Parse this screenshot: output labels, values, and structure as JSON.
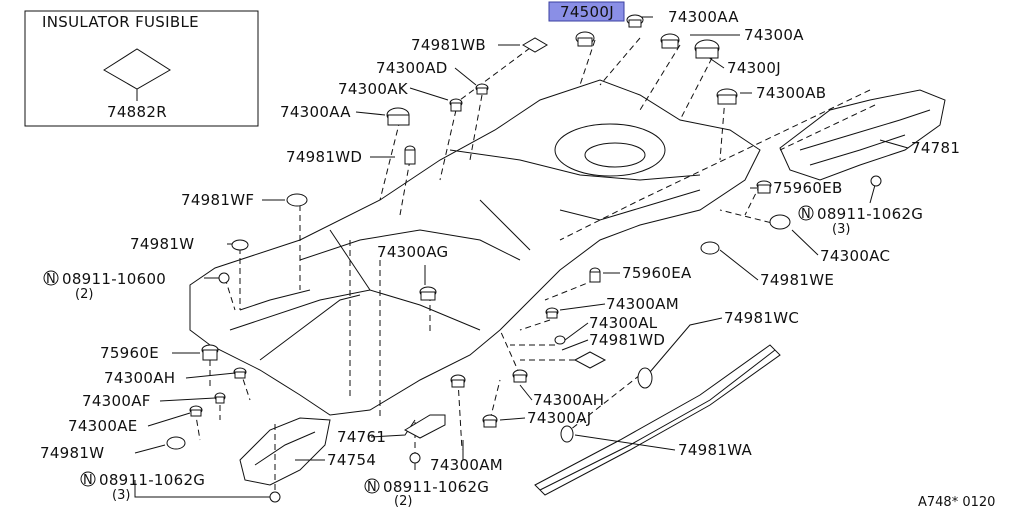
{
  "diagram": {
    "inset_title": "INSULATOR FUSIBLE",
    "inset_part": "74882R",
    "highlighted_part": "74500J",
    "footer_code": "A748* 0120",
    "labels": {
      "p74300AA_top": "74300AA",
      "p74981WB": "74981WB",
      "p74300A": "74300A",
      "p74300AD": "74300AD",
      "p74300J": "74300J",
      "p74300AK": "74300AK",
      "p74300AB": "74300AB",
      "p74300AA_left": "74300AA",
      "p74981WD_top": "74981WD",
      "p74781": "74781",
      "p74981WF": "74981WF",
      "p75960EB": "75960EB",
      "p08911_1062G_right": "08911-1062G",
      "p08911_1062G_right_qty": "(3)",
      "p74981W_upper": "74981W",
      "p74300AC": "74300AC",
      "p74300AG": "74300AG",
      "p08911_10600": "08911-10600",
      "p08911_10600_qty": "(2)",
      "p75960EA": "75960EA",
      "p74981WE": "74981WE",
      "p74300AM_upper": "74300AM",
      "p74300AL": "74300AL",
      "p74981WC": "74981WC",
      "p74981WD_mid": "74981WD",
      "p75960E": "75960E",
      "p74300AH_left": "74300AH",
      "p74300AF": "74300AF",
      "p74300AH_right": "74300AH",
      "p74300AE": "74300AE",
      "p74300AJ": "74300AJ",
      "p74761": "74761",
      "p74981W_lower": "74981W",
      "p74754": "74754",
      "p74981WA": "74981WA",
      "p74300AM_lower": "74300AM",
      "p08911_1062G_left": "08911-1062G",
      "p08911_1062G_left_qty": "(3)",
      "p08911_1062G_mid": "08911-1062G",
      "p08911_1062G_mid_qty": "(2)",
      "n_symbol": "N"
    }
  }
}
